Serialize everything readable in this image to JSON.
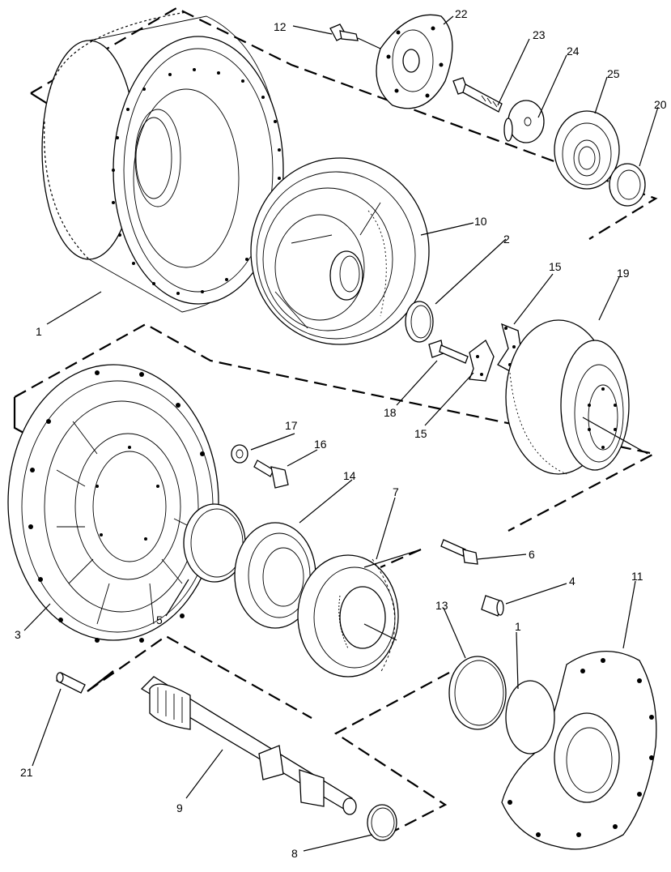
{
  "diagram": {
    "callouts": {
      "c1a": "1",
      "c1b": "1",
      "c2": "2",
      "c3": "3",
      "c4": "4",
      "c5": "5",
      "c6": "6",
      "c7": "7",
      "c8": "8",
      "c9": "9",
      "c10": "10",
      "c11": "11",
      "c12": "12",
      "c13": "13",
      "c14": "14",
      "c15a": "15",
      "c15b": "15",
      "c16": "16",
      "c17": "17",
      "c18": "18",
      "c19": "19",
      "c20": "20",
      "c21": "21",
      "c22": "22",
      "c23": "23",
      "c24": "24",
      "c25": "25"
    }
  }
}
